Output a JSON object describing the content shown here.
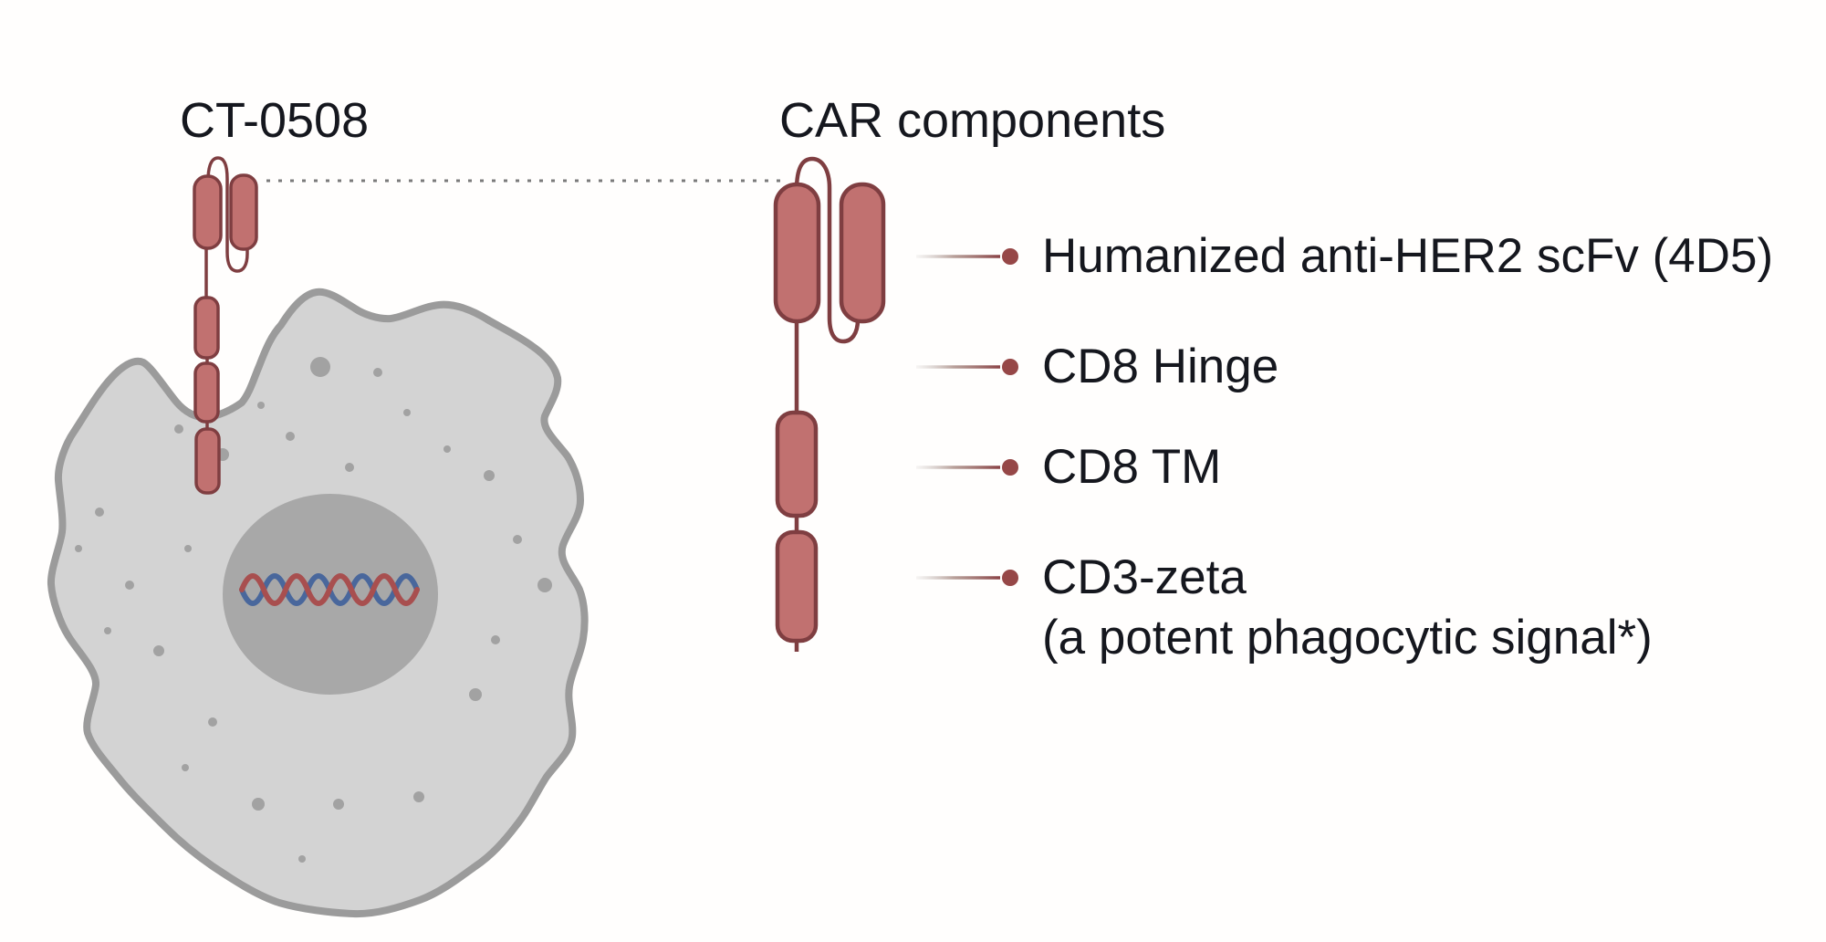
{
  "figure": {
    "cell_title": "CT-0508",
    "panel_title": "CAR components"
  },
  "components": {
    "items": [
      {
        "label": "Humanized anti-HER2 scFv (4D5)"
      },
      {
        "label": "CD8 Hinge"
      },
      {
        "label": "CD8 TM"
      },
      {
        "label": "CD3-zeta",
        "sublabel": "(a potent phagocytic signal*)"
      }
    ]
  },
  "colors": {
    "domain_fill": "#c17170",
    "domain_border": "#7f3e41",
    "leader_dot": "#964747",
    "cell_fill": "#d3d3d3",
    "cell_border": "#9b9b9b",
    "nucleus_fill": "#a8a8a8",
    "granule_fill": "#a2a2a2",
    "dna_red": "#a84f4f",
    "dna_blue": "#49679c",
    "dotted_line": "#7b7b7b",
    "text": "#15171e",
    "background": "#fffefd"
  }
}
